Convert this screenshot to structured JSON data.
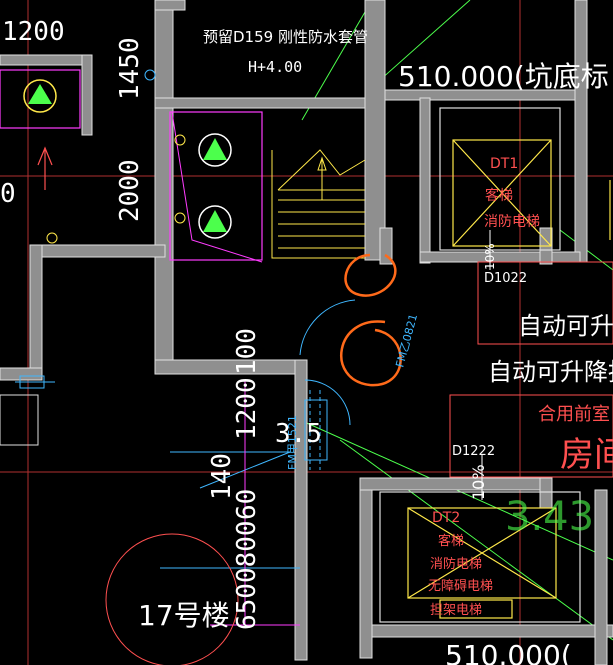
{
  "colors": {
    "background": "#000000",
    "wall": "#9a9a9a",
    "wall_edge": "#e8e8e8",
    "cyan": "#3fb7ff",
    "yellow": "#ffe84a",
    "red": "#ff3b3b",
    "magenta": "#ff3cff",
    "green": "#4cff4c",
    "orange": "#ff6a1a",
    "grid_red": "#b03030",
    "white": "#ffffff"
  },
  "labels": {
    "dim_1200_top": "1200",
    "dim_1450": "1450",
    "dim_2000": "2000",
    "dim_0_left": "0",
    "pipe_note": "预留D159 刚性防水套管",
    "height_note": "H+4.00",
    "elev_top": "510.000(坑底标",
    "elev_bottom": "510.000(",
    "elevator_dt1": "DT1",
    "dt1_kind": "客梯",
    "dt1_fire": "消防电梯",
    "door_d1022": "D1022",
    "door_fm210": "FM乙0821",
    "auto_lift_1": "自动可升降",
    "auto_lift_2": "自动可升降挡",
    "shared_front_room": "合用前室",
    "room": "房间",
    "door_d1222": "D1222",
    "dim_1200_mid": "1200",
    "dim_100": "100",
    "dim_140": "140",
    "dim_60": "60",
    "dim_6500800": "6500800",
    "door_fm1521": "FM甲1521",
    "mark_35": "3.5",
    "elevator_dt2": "DT2",
    "dt2_kind": "客梯",
    "dt2_fire": "消防电梯",
    "dt2_access": "无障碍电梯",
    "dt2_stretcher": "担架电梯",
    "dim_100pct_1": "10%",
    "dim_100pct_2": "10%",
    "big_num": "3.43",
    "building": "17号楼"
  }
}
